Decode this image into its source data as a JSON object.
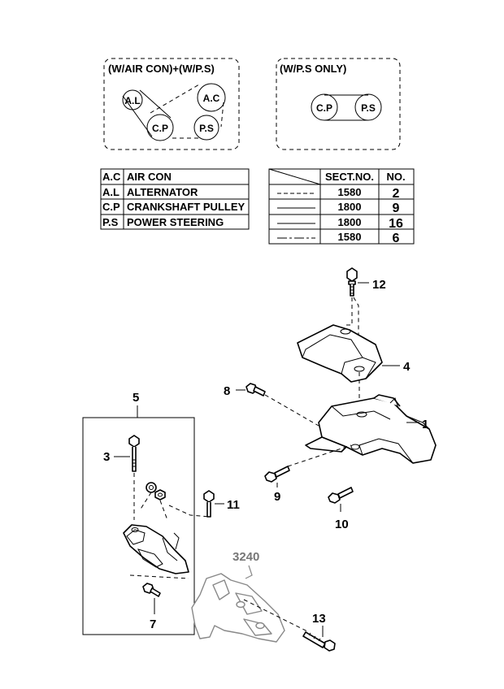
{
  "belt_diagrams": [
    {
      "title": "(W/AIR CON)+(W/P.S)",
      "pulleys": [
        "A.L",
        "A.C",
        "C.P",
        "P.S"
      ]
    },
    {
      "title": "(W/P.S ONLY)",
      "pulleys": [
        "C.P",
        "P.S"
      ]
    }
  ],
  "legend": {
    "rows": [
      {
        "code": "A.C",
        "name": "AIR CON"
      },
      {
        "code": "A.L",
        "name": "ALTERNATOR"
      },
      {
        "code": "C.P",
        "name": "CRANKSHAFT PULLEY"
      },
      {
        "code": "P.S",
        "name": "POWER STEERING"
      }
    ]
  },
  "section_table": {
    "headers": [
      "SECT.NO.",
      "NO."
    ],
    "rows": [
      {
        "line_style": "dashed",
        "sect": "1580",
        "no": "2"
      },
      {
        "line_style": "solid",
        "sect": "1800",
        "no": "9"
      },
      {
        "line_style": "solid",
        "sect": "1800",
        "no": "16"
      },
      {
        "line_style": "dash-dot",
        "sect": "1580",
        "no": "6"
      }
    ]
  },
  "callouts": {
    "c1": "1",
    "c3": "3",
    "c4": "4",
    "c5": "5",
    "c7": "7",
    "c8": "8",
    "c9": "9",
    "c10": "10",
    "c11": "11",
    "c12": "12",
    "c13": "13",
    "ref": "3240"
  }
}
